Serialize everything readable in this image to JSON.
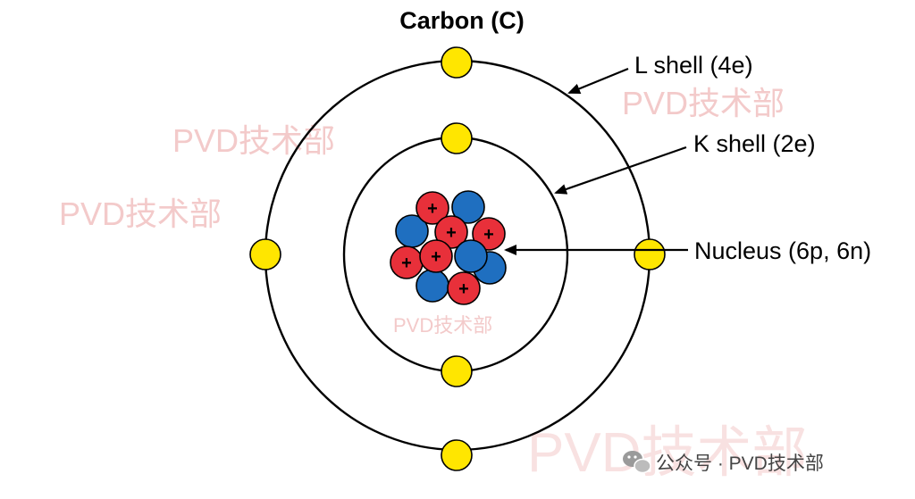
{
  "diagram": {
    "title": "Carbon (C)",
    "labels": {
      "l_shell": "L shell (4e)",
      "k_shell": "K shell (2e)",
      "nucleus": "Nucleus (6p, 6n)"
    },
    "proton_symbol": "+",
    "colors": {
      "electron": "#ffe600",
      "proton": "#e8303a",
      "neutron": "#1f6fc0",
      "outline": "#000000"
    }
  },
  "watermarks": [
    "PVD技术部",
    "PVD技术部",
    "PVD技术部",
    "PVD技术部",
    "PVD技术部"
  ],
  "footer": {
    "icon": "wechat-icon",
    "text": "公众号 · PVD技术部"
  }
}
